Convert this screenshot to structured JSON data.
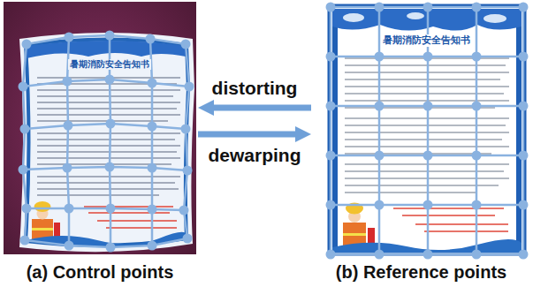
{
  "diagram": {
    "nodes": [
      {
        "text": [
          "(a) Control points"
        ]
      },
      {
        "text": [
          "(b) Reference points"
        ]
      }
    ],
    "edges": [
      {
        "from": 1,
        "to": 0,
        "label": "distorting",
        "arrow": "to"
      },
      {
        "from": 0,
        "to": 1,
        "label": "dewarping",
        "arrow": "to"
      }
    ],
    "labels": [
      "暑期消防安全告知书",
      "暑期消防安全告知书"
    ]
  }
}
